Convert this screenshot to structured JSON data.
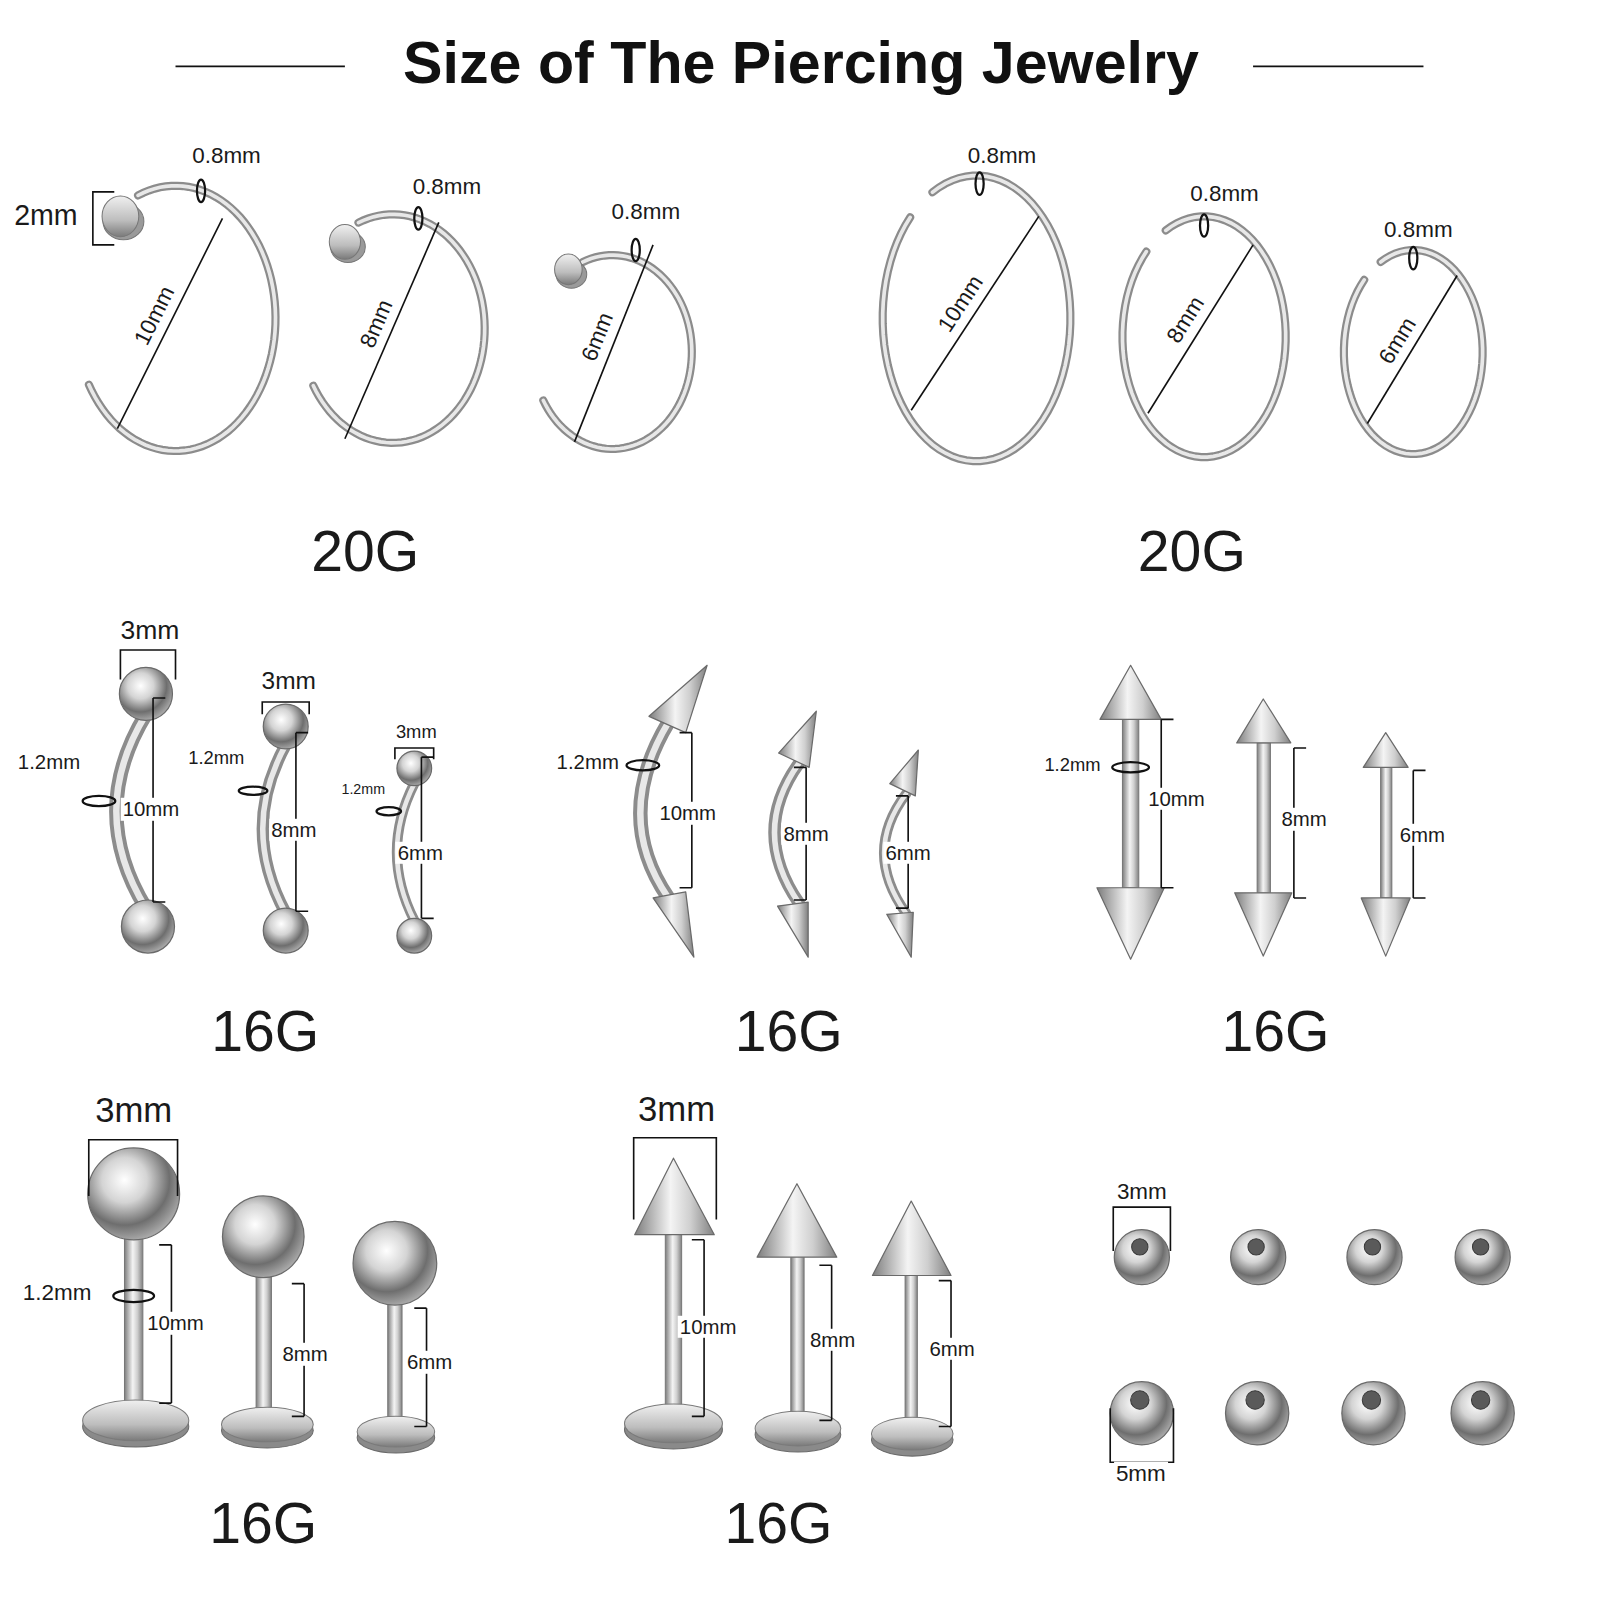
{
  "diagram": {
    "title": "Size of The Piercing Jewelry",
    "labels": [
      "0.8mm",
      "2mm",
      "10mm",
      "0.8mm",
      "8mm",
      "0.8mm",
      "6mm",
      "0.8mm",
      "10mm",
      "0.8mm",
      "8mm",
      "0.8mm",
      "6mm",
      "20G",
      "20G",
      "3mm",
      "1.2mm",
      "10mm",
      "3mm",
      "1.2mm",
      "8mm",
      "3mm",
      "1.2mm",
      "6mm",
      "1.2mm",
      "10mm",
      "8mm",
      "6mm",
      "1.2mm",
      "10mm",
      "8mm",
      "6mm",
      "16G",
      "16G",
      "16G",
      "3mm",
      "1.2mm",
      "10mm",
      "8mm",
      "6mm",
      "3mm",
      "10mm",
      "8mm",
      "6mm",
      "3mm",
      "5mm",
      "16G",
      "16G"
    ]
  }
}
